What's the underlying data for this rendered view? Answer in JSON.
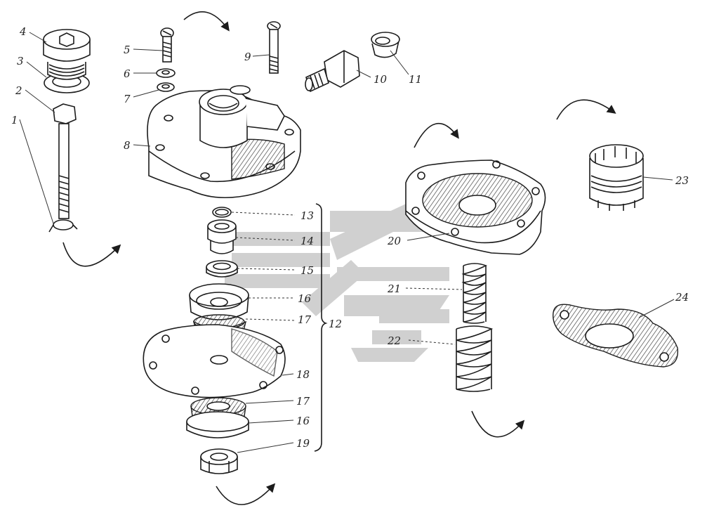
{
  "callouts": {
    "c1": "1",
    "c2": "2",
    "c3": "3",
    "c4": "4",
    "c5": "5",
    "c6": "6",
    "c7": "7",
    "c8": "8",
    "c9": "9",
    "c10": "10",
    "c11": "11",
    "c12": "12",
    "c13": "13",
    "c14": "14",
    "c15": "15",
    "c16a": "16",
    "c17a": "17",
    "c18": "18",
    "c17b": "17",
    "c16b": "16",
    "c19": "19",
    "c20": "20",
    "c21": "21",
    "c22": "22",
    "c23": "23",
    "c24": "24"
  },
  "colors": {
    "ink": "#1c1c1c",
    "watermark": "#c8c8c8",
    "background": "#ffffff"
  }
}
